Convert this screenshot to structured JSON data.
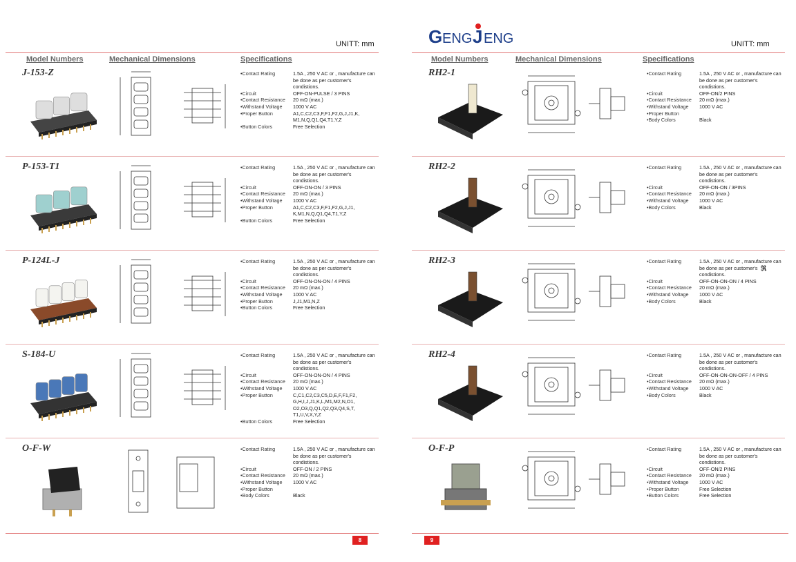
{
  "brand": {
    "logo_text": "GENGJENG"
  },
  "unit_label": "UNITT: mm",
  "column_headers": {
    "model": "Model Numbers",
    "mech": "Mechanical Dimensions",
    "spec": "Specifications"
  },
  "left_entries": [
    {
      "model": "J-153-Z",
      "specs": [
        {
          "k": "Contact Rating",
          "v": "1.5A , 250 V AC or , manufacture can be done as per customer's condistions."
        },
        {
          "k": "Circuit",
          "v": "OFF-ON-PULSE / 3 PINS"
        },
        {
          "k": "Contact Resistance",
          "v": "20 mΩ (max.)"
        },
        {
          "k": "Withstand Voltage",
          "v": "1000 V AC"
        },
        {
          "k": "Proper Button",
          "v": "A1,C,C2,C3,F,F1,F2,G,J,J1,K, M1,N,Q,Q1,Q4,T1,Y,Z"
        },
        {
          "k": "Button Colors",
          "v": "Free Selection"
        }
      ],
      "button_color": "#dedede",
      "base_color": "#444444"
    },
    {
      "model": "P-153-T1",
      "specs": [
        {
          "k": "Contact Rating",
          "v": "1.5A , 250 V AC or , manufacture can be done as per customer's condistions."
        },
        {
          "k": "Circuit",
          "v": "OFF-ON-ON / 3 PINS"
        },
        {
          "k": "Contact Resistance",
          "v": "20 mΩ (max.)"
        },
        {
          "k": "Withstand Voltage",
          "v": "1000 V AC"
        },
        {
          "k": "Proper Button",
          "v": "A1,C,C2,C3,F,F1,F2,G,J,J1, K,M1,N,Q,Q1,Q4,T1,Y,Z"
        },
        {
          "k": "Button Colors",
          "v": "Free Selection"
        }
      ],
      "button_color": "#9fd0cf",
      "base_color": "#3a3a3a"
    },
    {
      "model": "P-124L-J",
      "specs": [
        {
          "k": "Contact Rating",
          "v": "1.5A , 250 V AC or , manufacture can be done as per customer's condistions."
        },
        {
          "k": "Circuit",
          "v": "OFF-ON-ON-ON / 4 PINS"
        },
        {
          "k": "Contact Resistance",
          "v": "20 mΩ (max.)"
        },
        {
          "k": "Withstand Voltage",
          "v": "1000 V AC"
        },
        {
          "k": "Proper Button",
          "v": "J,J1,M1,N,Z"
        },
        {
          "k": "Button Colors",
          "v": "Free Selection"
        }
      ],
      "button_color": "#f4f4f0",
      "base_color": "#8a4a2a"
    },
    {
      "model": "S-184-U",
      "specs": [
        {
          "k": "Contact Rating",
          "v": "1.5A , 250 V AC or , manufacture can be done as per customer's condistions."
        },
        {
          "k": "Circuit",
          "v": "OFF-ON-ON-ON / 4 PINS"
        },
        {
          "k": "Contact Resistance",
          "v": "20 mΩ (max.)"
        },
        {
          "k": "Withstand Voltage",
          "v": "1000 V AC"
        },
        {
          "k": "Proper Button",
          "v": "C,C1,C2,C3,C5,D,E,F,F1,F2, G,H,I,J,J1,K,L,M1,M2,N,O1, O2,O3,Q,Q1,Q2,Q3,Q4,S,T, T1,U,V,X,Y,Z"
        },
        {
          "k": "Button Colors",
          "v": "Free Selection"
        }
      ],
      "button_color": "#4a78b8",
      "base_color": "#333333"
    },
    {
      "model": "O-F-W",
      "specs": [
        {
          "k": "Contact Rating",
          "v": "1.5A , 250 V AC or , manufacture can be done as per customer's condistions."
        },
        {
          "k": "Circuit",
          "v": "OFF-ON / 2 PINS"
        },
        {
          "k": "Contact Resistance",
          "v": "20 mΩ (max.)"
        },
        {
          "k": "Withstand Voltage",
          "v": "1000 V AC"
        },
        {
          "k": "Proper Button",
          "v": ""
        },
        {
          "k": "Body Colors",
          "v": "Black"
        }
      ],
      "button_color": "#222222",
      "base_color": "#b0b0b0"
    }
  ],
  "right_entries": [
    {
      "model": "RH2-1",
      "specs": [
        {
          "k": "Contact Rating",
          "v": "1.5A , 250 V AC or , manufacture can be done as per customer's condistions."
        },
        {
          "k": "Circuit",
          "v": "OFF-ON/2 PINS"
        },
        {
          "k": "Contact Resistance",
          "v": "20 mΩ (max.)"
        },
        {
          "k": "Withstand Voltage",
          "v": "1000 V AC"
        },
        {
          "k": "Proper Button",
          "v": ""
        },
        {
          "k": "Body Colors",
          "v": "Black"
        }
      ],
      "shaft_color": "#efe8d0"
    },
    {
      "model": "RH2-2",
      "specs": [
        {
          "k": "Contact Rating",
          "v": "1.5A , 250 V AC or , manufacture can be done as per customer's condistions."
        },
        {
          "k": "Circuit",
          "v": "OFF-ON-ON / 3PINS"
        },
        {
          "k": "Contact Resistance",
          "v": "20 mΩ (max.)"
        },
        {
          "k": "Withstand Voltage",
          "v": "1000 V AC"
        },
        {
          "k": "Body Colors",
          "v": "Black"
        }
      ],
      "shaft_color": "#7a5030"
    },
    {
      "model": "RH2-3",
      "specs": [
        {
          "k": "Contact Rating",
          "v": "1.5A , 250 V AC or , manufacture can be done as per customer's condistions."
        },
        {
          "k": "Circuit",
          "v": "OFF-ON-ON-ON / 4 PINS"
        },
        {
          "k": "Contact Resistance",
          "v": "20 mΩ (max.)"
        },
        {
          "k": "Withstand Voltage",
          "v": "1000 V AC"
        },
        {
          "k": "Body Colors",
          "v": "Black"
        }
      ],
      "shaft_color": "#7a5030",
      "mark": "ℜ"
    },
    {
      "model": "RH2-4",
      "specs": [
        {
          "k": "Contact Rating",
          "v": "1.5A , 250 V AC or , manufacture can be done as per customer's condistions."
        },
        {
          "k": "Circuit",
          "v": "OFF-ON-ON-ON-OFF / 4 PINS"
        },
        {
          "k": "Contact Resistance",
          "v": "20 mΩ (max.)"
        },
        {
          "k": "Withstand Voltage",
          "v": "1000 V AC"
        },
        {
          "k": "Body Colors",
          "v": "Black"
        }
      ],
      "shaft_color": "#7a5030"
    },
    {
      "model": "O-F-P",
      "specs": [
        {
          "k": "Contact Rating",
          "v": "1.5A , 250 V AC or , manufacture can be done as per customer's condistions."
        },
        {
          "k": "Circuit",
          "v": "OFF-ON/2 PINS"
        },
        {
          "k": "Contact Resistance",
          "v": "20 mΩ (max.)"
        },
        {
          "k": "Withstand Voltage",
          "v": "1000 V AC"
        },
        {
          "k": "Proper Button",
          "v": "Free Selection"
        },
        {
          "k": "Button Colors",
          "v": "Free Selection"
        }
      ],
      "shaft_color": "#9aa090"
    }
  ],
  "page_numbers": {
    "left": "8",
    "right": "9"
  },
  "accent": "#e02020"
}
